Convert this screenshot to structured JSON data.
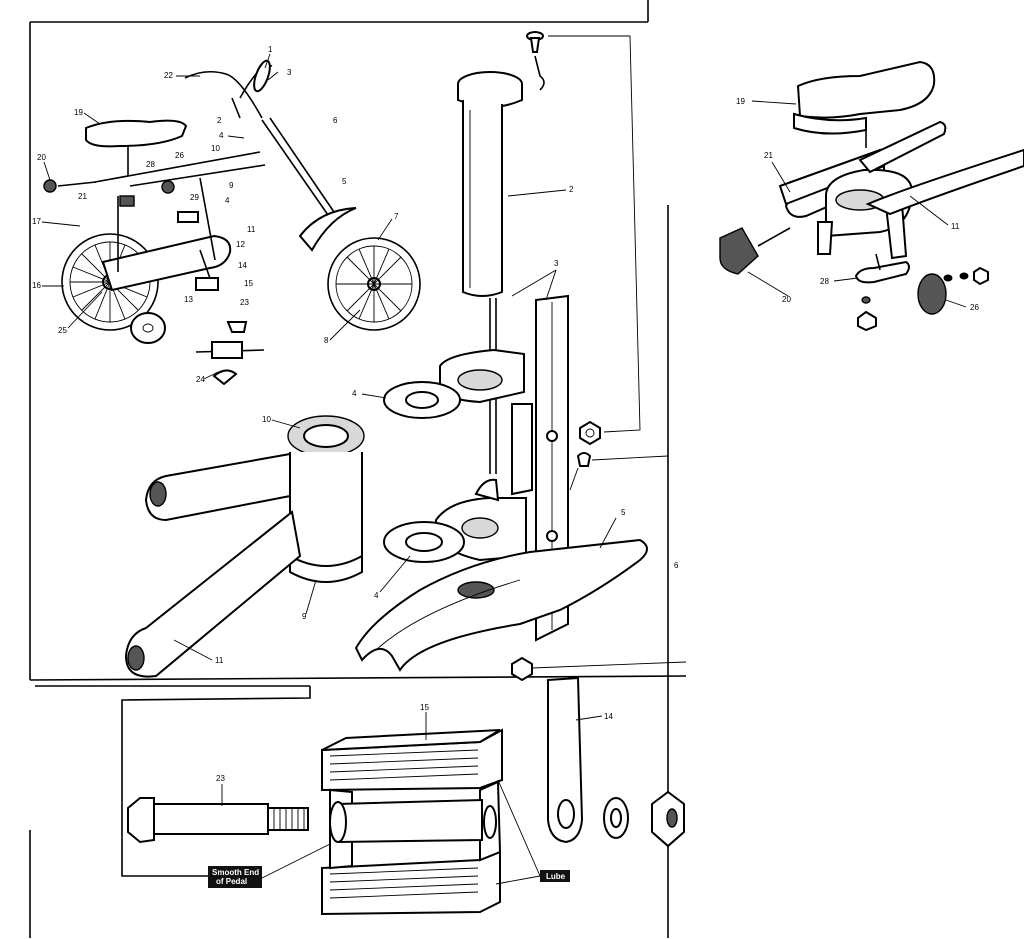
{
  "views": {
    "overview": {
      "labels": [
        "1",
        "22",
        "3",
        "2",
        "4",
        "6",
        "10",
        "19",
        "20",
        "28",
        "26",
        "21",
        "9",
        "29",
        "4",
        "5",
        "7",
        "17",
        "11",
        "12",
        "14",
        "15",
        "16",
        "13",
        "23",
        "25",
        "8",
        "24"
      ]
    },
    "fork": {
      "labels": [
        "2",
        "3",
        "4",
        "10",
        "4",
        "5",
        "9",
        "11",
        "6"
      ]
    },
    "seat": {
      "labels": [
        "19",
        "21",
        "11",
        "20",
        "28",
        "26"
      ]
    },
    "pedal": {
      "labels": [
        "15",
        "14",
        "23"
      ],
      "callouts": {
        "smooth_end": "Smooth End of Pedal",
        "lube": "Lube"
      }
    }
  }
}
